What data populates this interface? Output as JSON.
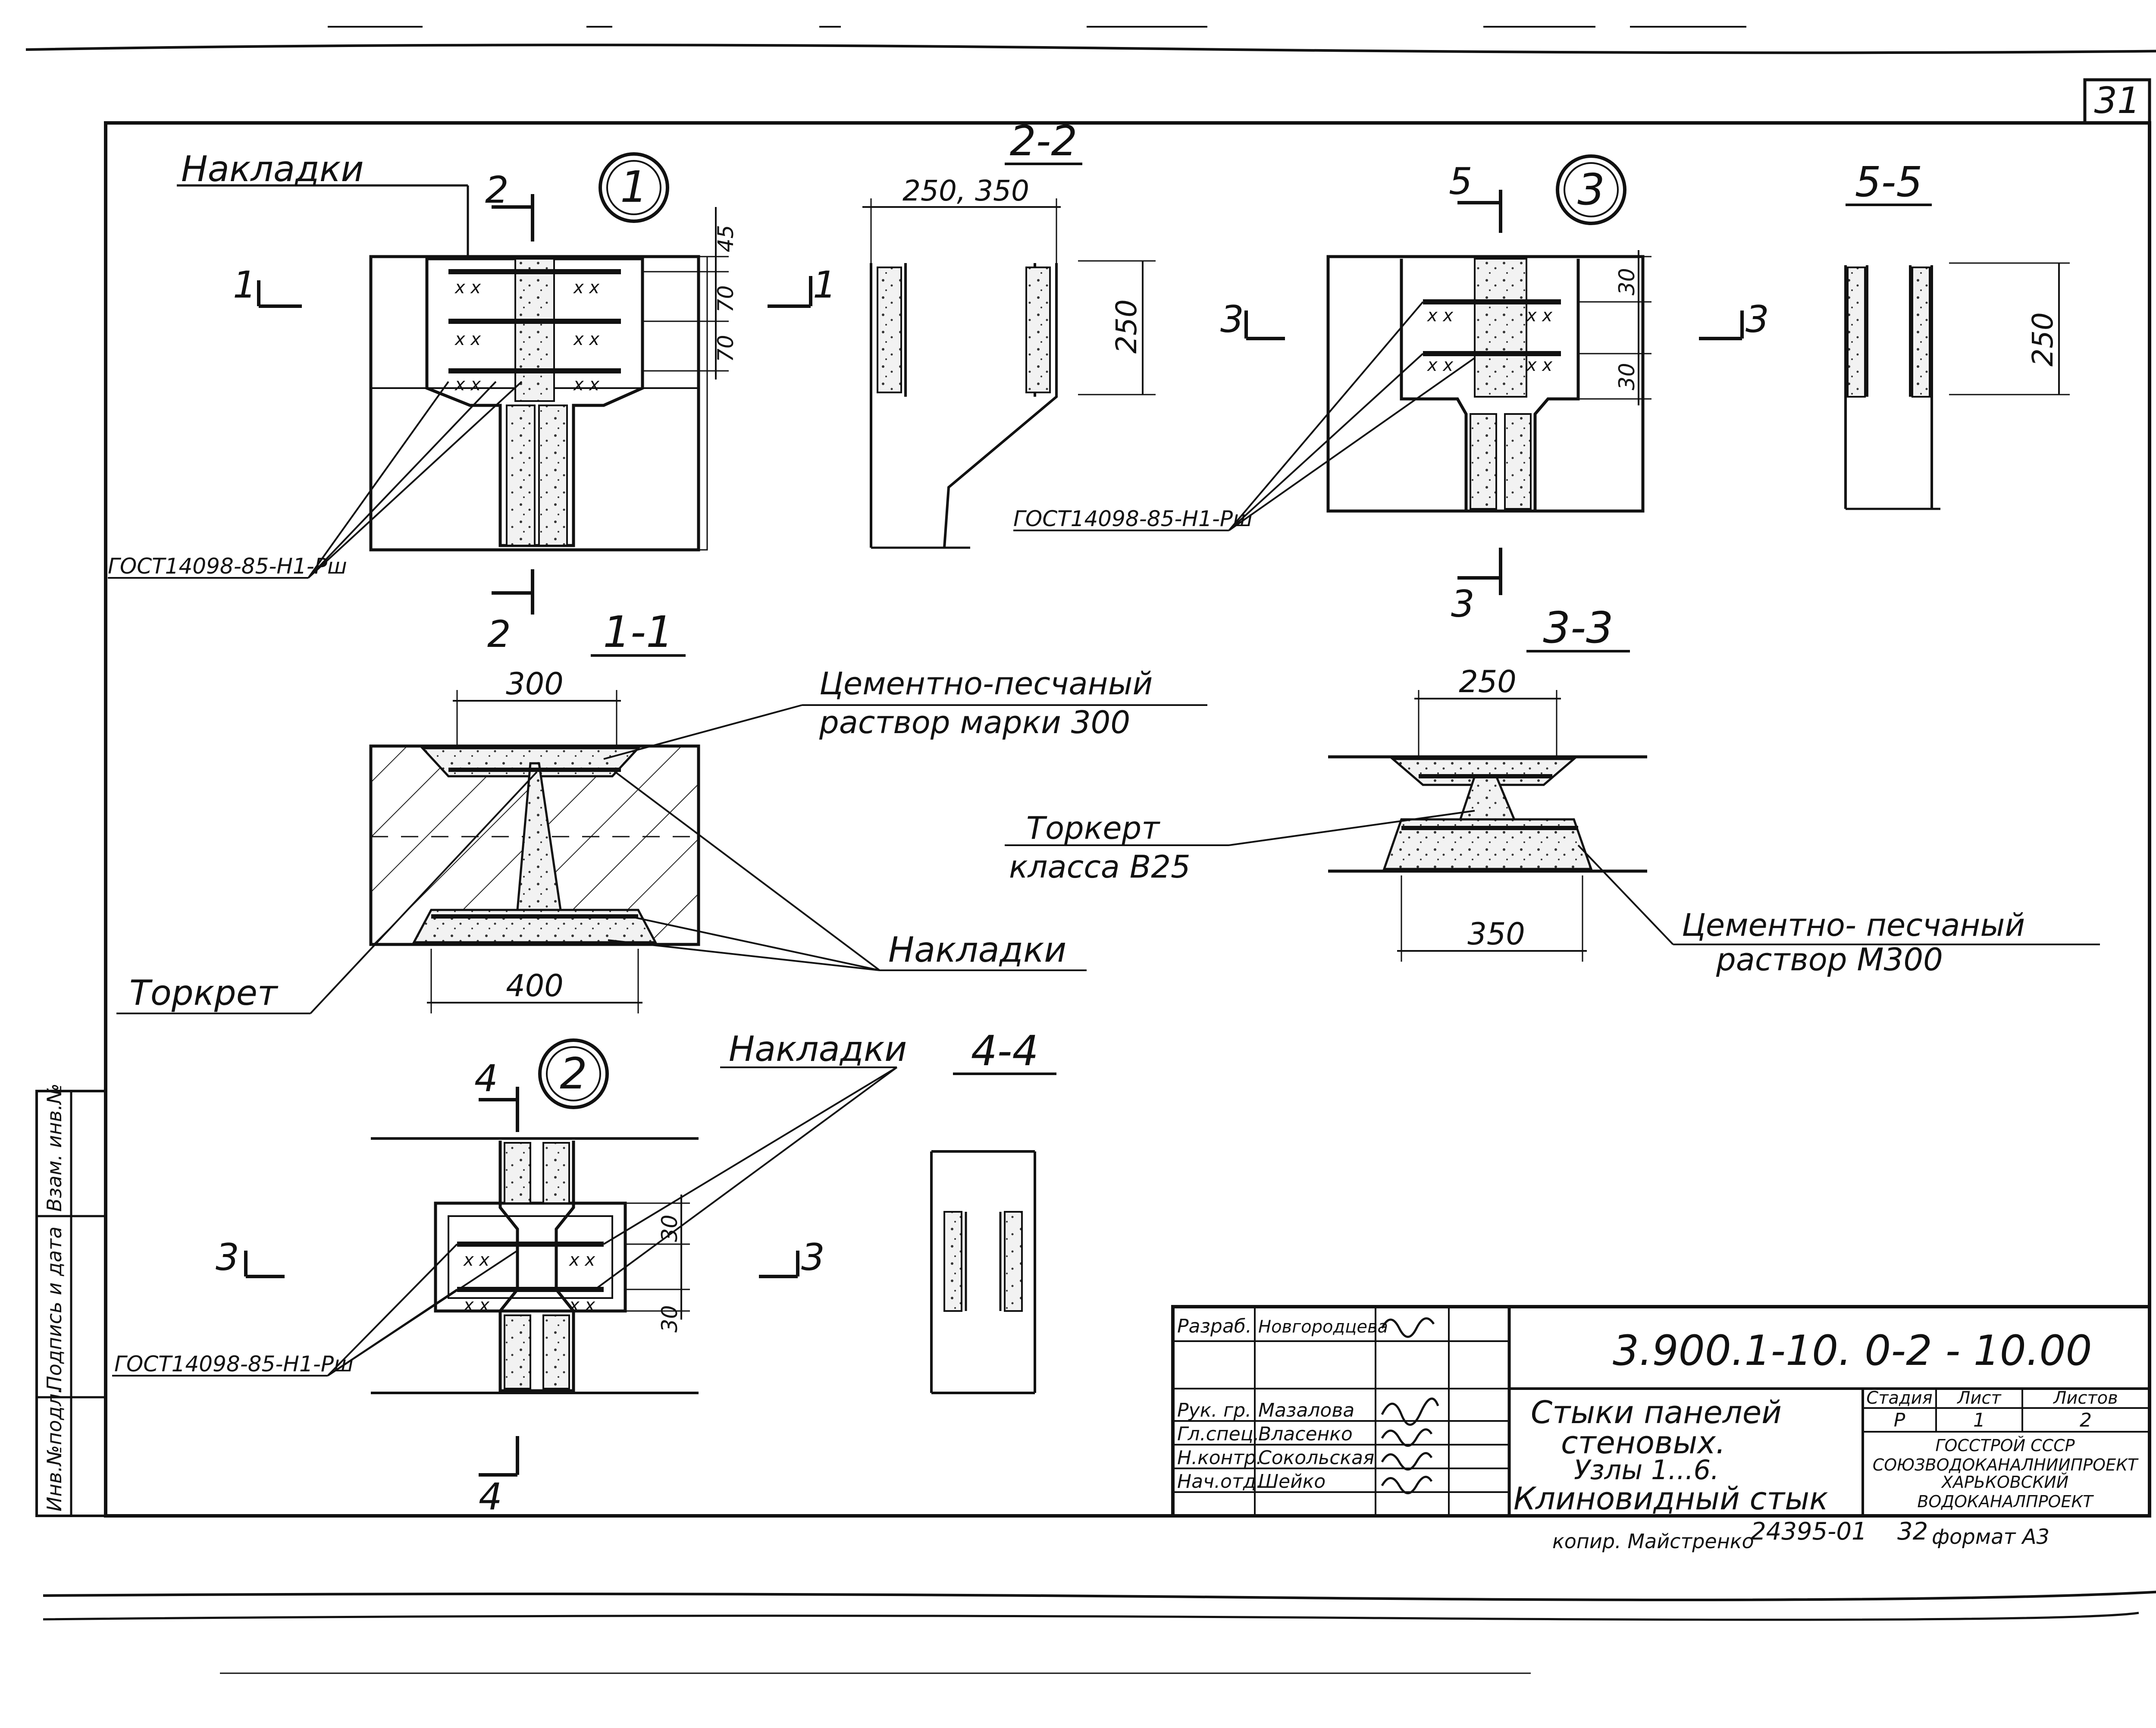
{
  "sheet": {
    "sheet_number": "31",
    "document_code": "3.900.1-10. 0-2  - 10.00",
    "copy_note": "копир. Майстренко",
    "archive_number": "24395-01",
    "page_ref": "32",
    "format_label": "формат А3"
  },
  "title_block": {
    "title_line1": "Стыки панелей",
    "title_line2": "стеновых.",
    "title_line3": "Узлы 1...6.",
    "title_line4": "Клиновидный стык",
    "stage_header": "Стадия",
    "sheet_header": "Лист",
    "sheets_header": "Листов",
    "stage_value": "Р",
    "sheet_value": "1",
    "sheets_value": "2",
    "org_line1": "ГОССТРОЙ СССР",
    "org_line2": "СОЮЗВОДОКАНАЛНИИПРОЕКТ",
    "org_line3": "ХАРЬКОВСКИЙ",
    "org_line4": "ВОДОКАНАЛПРОЕКТ",
    "roles": [
      {
        "role": "Разраб.",
        "name": "Новгородцева"
      },
      {
        "role": "Рук. гр.",
        "name": "Мазалова"
      },
      {
        "role": "Гл.спец.",
        "name": "Власенко"
      },
      {
        "role": "Н.контр.",
        "name": "Сокольская"
      },
      {
        "role": "Нач.отд.",
        "name": "Шейко"
      }
    ]
  },
  "side_stamp": {
    "cells": [
      "Инв.№подл.",
      "Подпись и дата",
      "Взам. инв.№"
    ]
  },
  "node1": {
    "circle": "1",
    "callout_overlays": "Накладки",
    "gost": "ГОСТ14098-85-Н1-Рш",
    "cut_top": "2",
    "cut_bottom": "2",
    "cut_left": "1",
    "cut_right": "1",
    "dim_45": "45",
    "dim_70a": "70",
    "dim_70b": "70"
  },
  "section22": {
    "title": "2-2",
    "dim_width": "250, 350",
    "dim_height": "250"
  },
  "node3": {
    "circle": "3",
    "gost": "ГОСТ14098-85-Н1-Рш",
    "cut_top": "5",
    "cut_bottom": "3",
    "cut_left": "3",
    "cut_right": "3",
    "dim_30a": "30",
    "dim_30b": "30"
  },
  "section55": {
    "title": "5-5",
    "dim_height": "250"
  },
  "section11": {
    "title": "1-1",
    "dim_top": "300",
    "dim_bottom": "400",
    "callout_mortar_1": "Цементно-песчаный",
    "callout_mortar_2": "раствор марки 300",
    "callout_torcret": "Торкрет",
    "callout_overlays": "Накладки"
  },
  "section33": {
    "title": "3-3",
    "dim_top": "250",
    "dim_bottom": "350",
    "callout_torcret_1": "Торкерт",
    "callout_torcret_2": "класса В25",
    "callout_mortar_1": "Цементно- песчаный",
    "callout_mortar_2": "раствор  М300"
  },
  "node2": {
    "circle": "2",
    "callout_overlays": "Накладки",
    "gost": "ГОСТ14098-85-Н1-Рш",
    "cut_top": "4",
    "cut_bottom": "4",
    "cut_left": "3",
    "cut_right": "3",
    "dim_30a": "30",
    "dim_30b": "30"
  },
  "section44": {
    "title": "4-4"
  }
}
